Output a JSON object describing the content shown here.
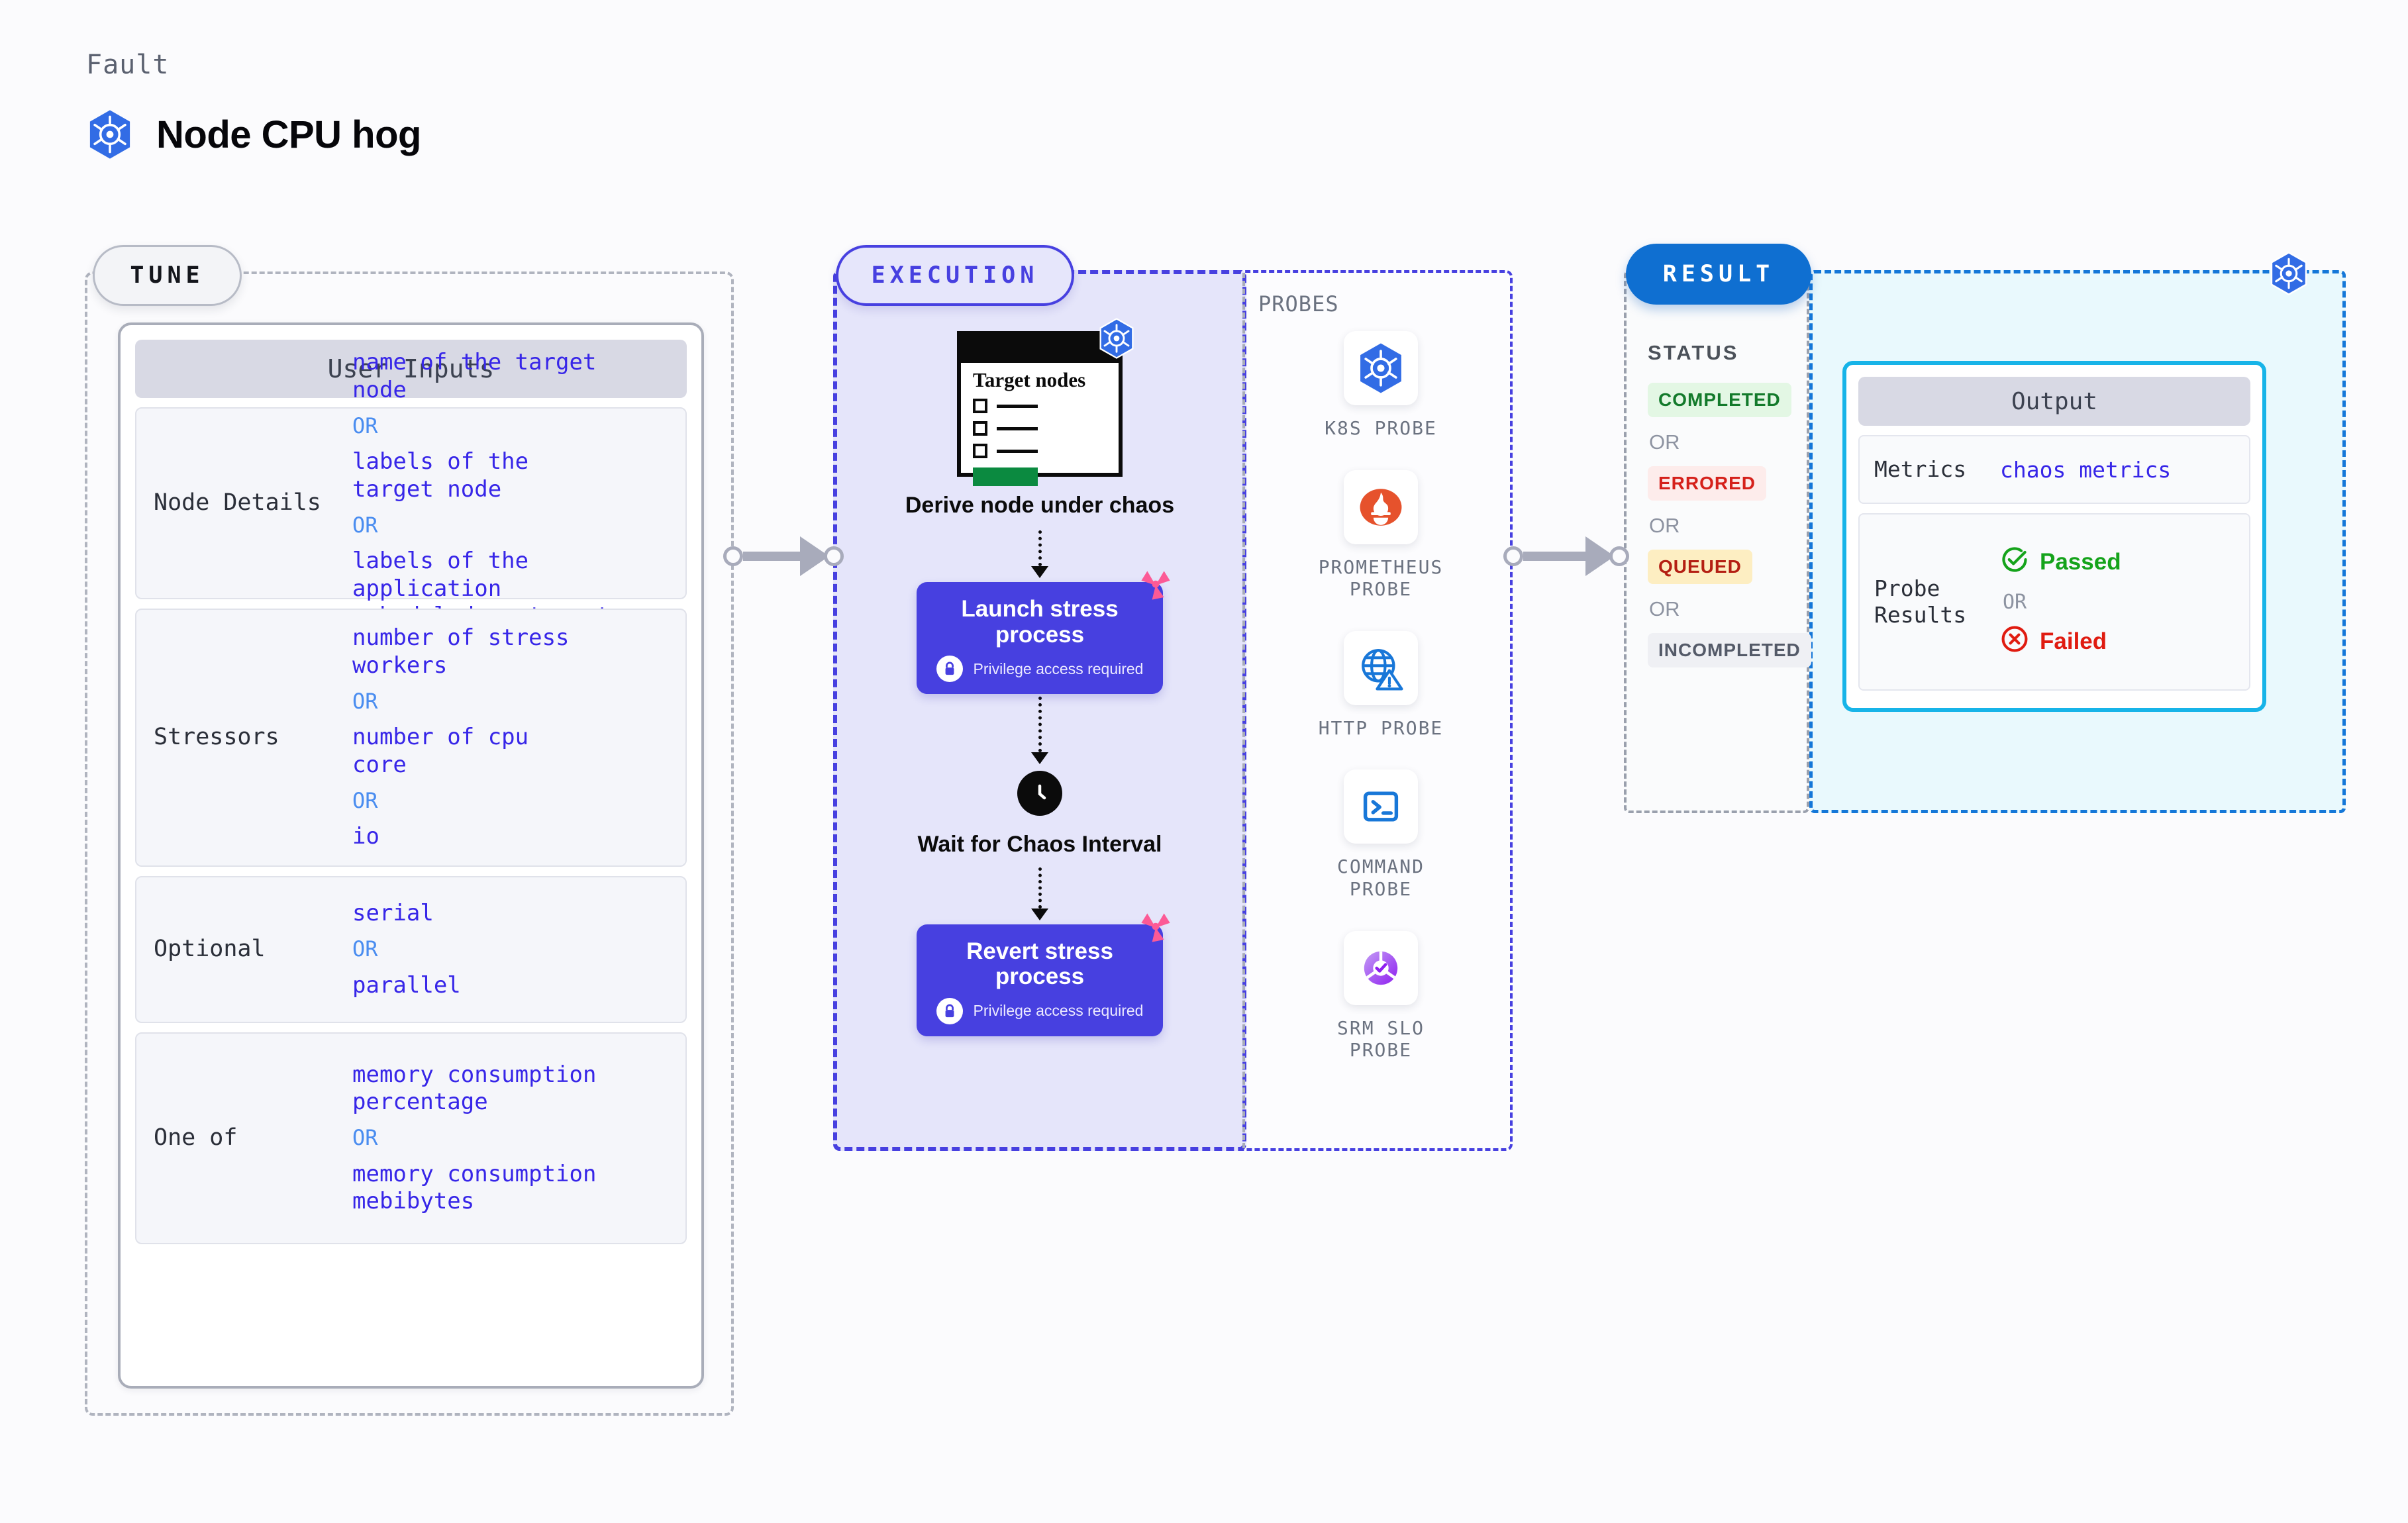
{
  "header": {
    "kicker": "Fault",
    "title": "Node CPU hog",
    "icon": "kubernetes-icon"
  },
  "tune": {
    "pill_label": "TUNE",
    "card_title": "User Inputs",
    "rows": [
      {
        "key": "Node Details",
        "values": [
          "name of the target\nnode",
          "labels of the\ntarget node",
          "labels of the application\n scheduled on target node"
        ],
        "separator": "OR"
      },
      {
        "key": "Stressors",
        "values": [
          "number of stress\nworkers",
          "number of cpu\ncore",
          "io"
        ],
        "separator": "OR"
      },
      {
        "key": "Optional",
        "values": [
          "serial",
          "parallel"
        ],
        "separator": "OR"
      },
      {
        "key": "One of",
        "values": [
          "memory consumption\npercentage",
          "memory consumption\nmebibytes"
        ],
        "separator": "OR"
      }
    ]
  },
  "execution": {
    "pill_label": "EXECUTION",
    "steps": [
      {
        "type": "target-node-card",
        "card_title": "Target\nnodes",
        "caption": "Derive node under\nchaos",
        "icon": "kubernetes-icon"
      },
      {
        "type": "process-card",
        "title": "Launch stress\nprocess",
        "note": "Privilege access required",
        "icon": "lock-icon"
      },
      {
        "type": "clock",
        "caption": "Wait for Chaos\nInterval",
        "icon": "clock-icon"
      },
      {
        "type": "process-card",
        "title": "Revert stress\nprocess",
        "note": "Privilege access required",
        "icon": "lock-icon"
      }
    ]
  },
  "probes": {
    "label": "PROBES",
    "items": [
      {
        "name": "K8S PROBE",
        "icon": "kubernetes-icon"
      },
      {
        "name": "PROMETHEUS\nPROBE",
        "icon": "prometheus-icon"
      },
      {
        "name": "HTTP PROBE",
        "icon": "globe-warning-icon"
      },
      {
        "name": "COMMAND\nPROBE",
        "icon": "terminal-icon"
      },
      {
        "name": "SRM SLO\nPROBE",
        "icon": "slo-donut-icon"
      }
    ]
  },
  "result": {
    "pill_label": "RESULT",
    "status_label": "STATUS",
    "separator": "OR",
    "statuses": [
      {
        "label": "COMPLETED",
        "color": "#137a2b",
        "bg": "#e3f7e4"
      },
      {
        "label": "ERRORED",
        "color": "#d5211b",
        "bg": "#fdeceb"
      },
      {
        "label": "QUEUED",
        "color": "#b41f13",
        "bg": "#fdeec2"
      },
      {
        "label": "INCOMPLETED",
        "color": "#545a68",
        "bg": "#eff0f4"
      }
    ],
    "output": {
      "card_title": "Output",
      "metrics_key": "Metrics",
      "metrics_value": "chaos metrics",
      "probe_results_key": "Probe\nResults",
      "passed_label": "Passed",
      "failed_label": "Failed",
      "separator": "OR",
      "passed_color": "#15a31b",
      "failed_color": "#e01b10",
      "icon": "kubernetes-icon"
    }
  },
  "colors": {
    "indigo": "#4740e0",
    "k8s_blue": "#326ce5",
    "result_blue": "#0f6fd1",
    "cyan_border": "#17b4e8",
    "mono_value": "#3726e8"
  }
}
